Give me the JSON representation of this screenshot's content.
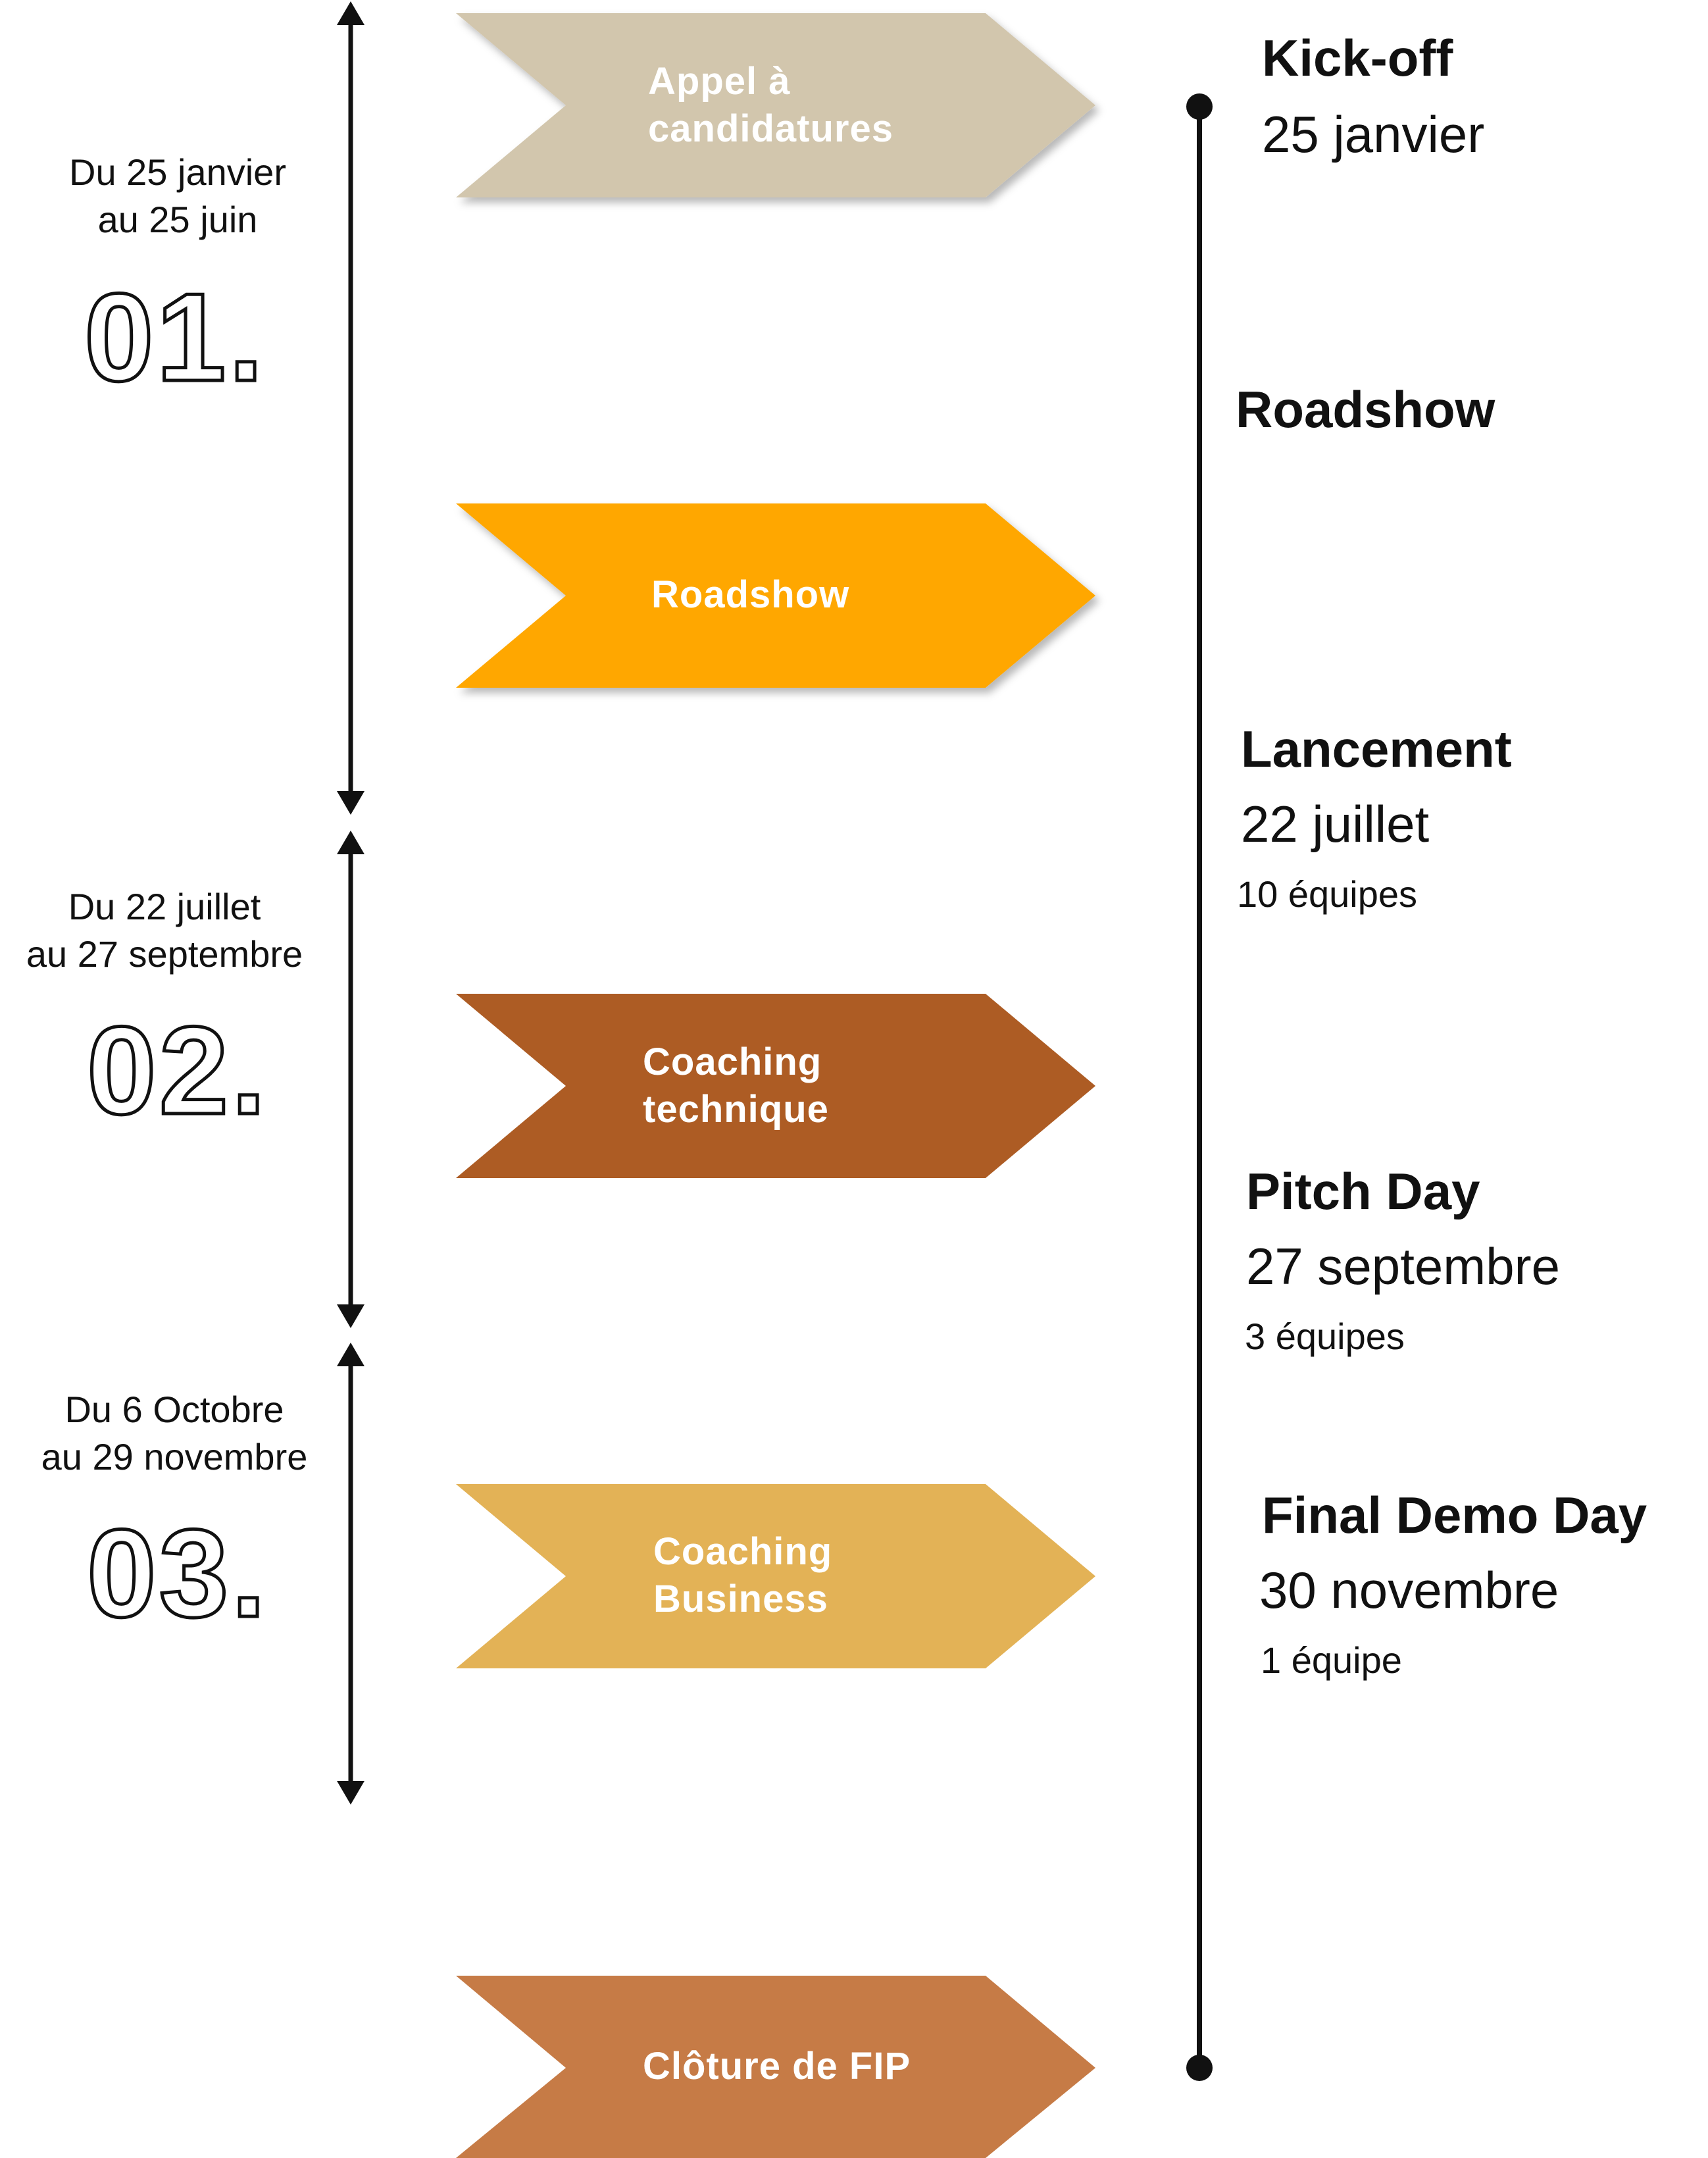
{
  "colors": {
    "beige": "#D2C6AD",
    "orange": "#FFA700",
    "brown": "#AD5C24",
    "gold": "#E3B256",
    "terracotta": "#C67B46",
    "line": "#111111"
  },
  "chevrons": [
    {
      "label_1": "Appel à",
      "label_2": "candidatures"
    },
    {
      "label_1": "Roadshow"
    },
    {
      "label_1": "Coaching",
      "label_2": "technique"
    },
    {
      "label_1": "Coaching",
      "label_2": "Business"
    },
    {
      "label_1": "Clôture de FIP"
    }
  ],
  "phases": [
    {
      "range_1": "Du 25 janvier",
      "range_2": "au 25 juin",
      "number": "01."
    },
    {
      "range_1": "Du 22 juillet",
      "range_2": "au 27 septembre",
      "number": "02."
    },
    {
      "range_1": "Du 6 Octobre",
      "range_2": "au 29 novembre",
      "number": "03."
    }
  ],
  "events": [
    {
      "title": "Kick-off",
      "date": "25 janvier"
    },
    {
      "title": "Roadshow"
    },
    {
      "title": "Lancement",
      "date": "22 juillet",
      "count": "10 équipes"
    },
    {
      "title": "Pitch Day",
      "date": "27 septembre",
      "count": "3 équipes"
    },
    {
      "title": "Final Demo Day",
      "date": "30 novembre",
      "count": "1 équipe"
    }
  ]
}
